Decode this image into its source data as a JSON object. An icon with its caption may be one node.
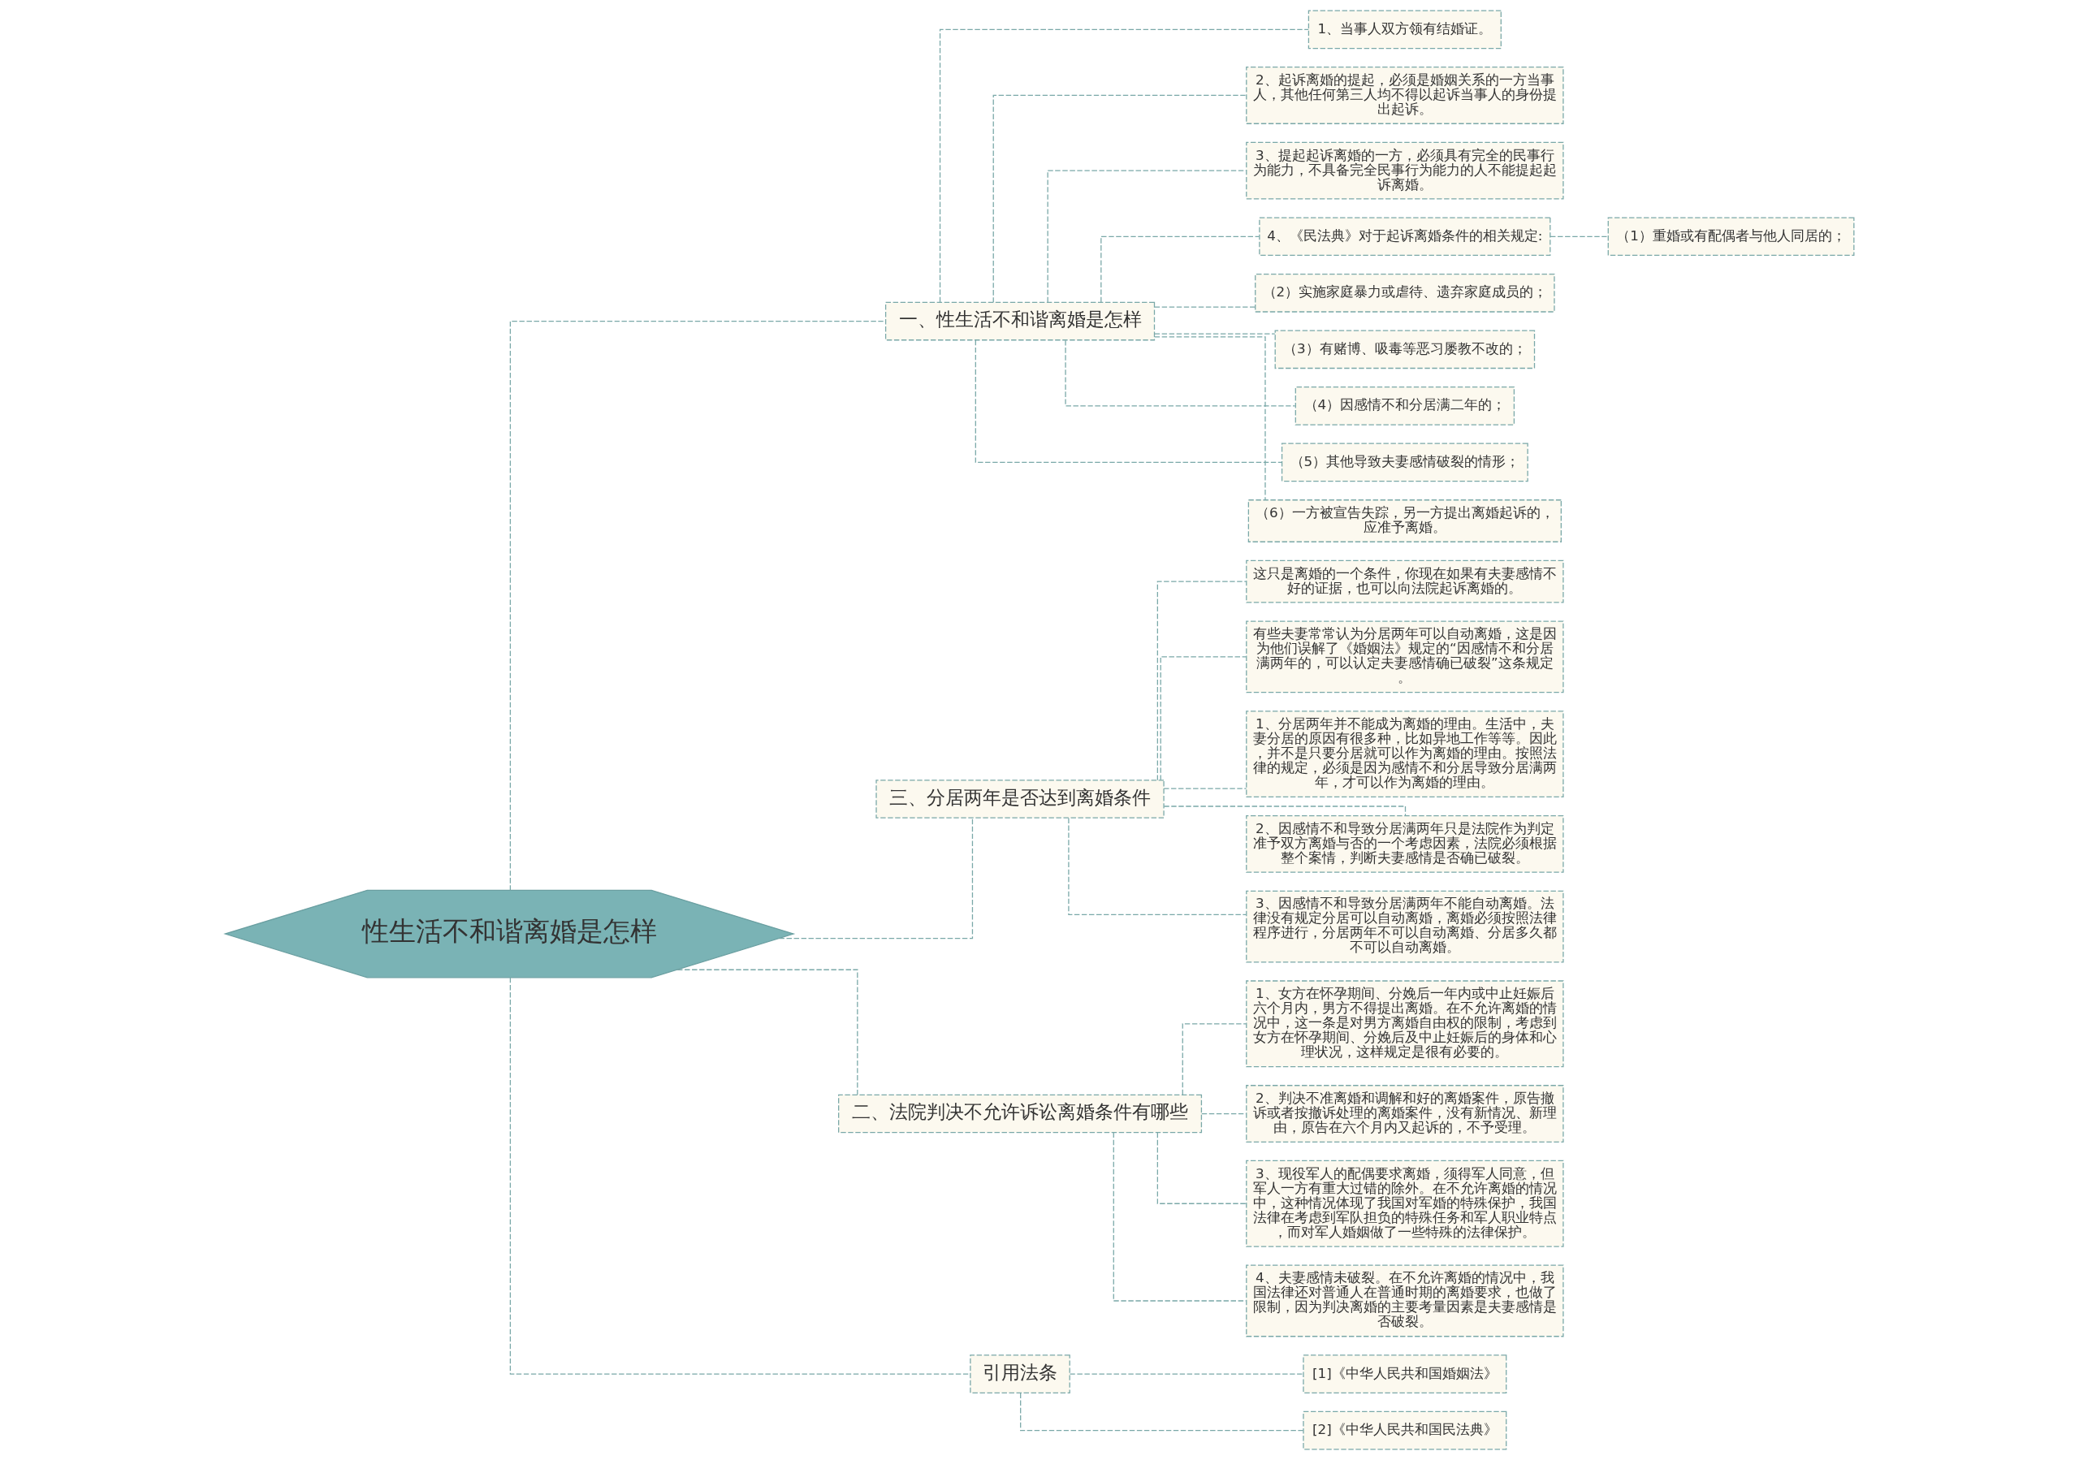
{
  "diagram": {
    "nodes": [
      {
        "text": [
          "性生活不和谐离婚是怎样"
        ]
      },
      {
        "text": [
          "一、性生活不和谐离婚是怎样"
        ]
      },
      {
        "text": [
          "1、当事人双方领有结婚证。"
        ]
      },
      {
        "text": [
          "2、起诉离婚的提起，必须是婚姻关系的一方当事人，其他任何第三人均不得以起诉当事人的身份提出起诉。"
        ]
      },
      {
        "text": [
          "3、提起起诉离婚的一方，必须具有完全的民事行为能力，不具备完全民事行为能力的人不能提起起诉离婚。"
        ]
      },
      {
        "text": [
          "4、《民法典》对于起诉离婚条件的相关规定:"
        ]
      },
      {
        "text": [
          "（1）重婚或有配偶者与他人同居的；"
        ]
      },
      {
        "text": [
          "（2）实施家庭暴力或虐待、遗弃家庭成员的；"
        ]
      },
      {
        "text": [
          "（3）有赌博、吸毒等恶习屡教不改的；"
        ]
      },
      {
        "text": [
          "（4）因感情不和分居满二年的；"
        ]
      },
      {
        "text": [
          "（5）其他导致夫妻感情破裂的情形；"
        ]
      },
      {
        "text": [
          "（6）一方被宣告失踪，另一方提出离婚起诉的，应准予离婚。"
        ]
      },
      {
        "text": [
          "三、分居两年是否达到离婚条件"
        ]
      },
      {
        "text": [
          "这只是离婚的一个条件，你现在如果有夫妻感情不好的证据，也可以向法院起诉离婚的。"
        ]
      },
      {
        "text": [
          "有些夫妻常常认为分居两年可以自动离婚，这是因为他们误解了《婚姻法》规定的“因感情不和分居满两年的，可以认定夫妻感情确已破裂”这条规定。"
        ]
      },
      {
        "text": [
          "1、分居两年并不能成为离婚的理由。生活中，夫妻分居的原因有很多种，比如异地工作等等。因此，并不是只要分居就可以作为离婚的理由。按照法律的规定，必须是因为感情不和分居导致分居满两年，才可以作为离婚的理由。"
        ]
      },
      {
        "text": [
          "2、因感情不和导致分居满两年只是法院作为判定准予双方离婚与否的一个考虑因素，法院必须根据整个案情，判断夫妻感情是否确已破裂。"
        ]
      },
      {
        "text": [
          "3、因感情不和导致分居满两年不能自动离婚。法律没有规定分居可以自动离婚，离婚必须按照法律程序进行，分居两年不可以自动离婚、分居多久都不可以自动离婚。"
        ]
      },
      {
        "text": [
          "二、法院判决不允许诉讼离婚条件有哪些"
        ]
      },
      {
        "text": [
          "1、女方在怀孕期间、分娩后一年内或中止妊娠后六个月内，男方不得提出离婚。在不允许离婚的情况中，这一条是对男方离婚自由权的限制，考虑到女方在怀孕期间、分娩后及中止妊娠后的身体和心理状况，这样规定是很有必要的。"
        ]
      },
      {
        "text": [
          "2、判决不准离婚和调解和好的离婚案件，原告撤诉或者按撤诉处理的离婚案件，没有新情况、新理由，原告在六个月内又起诉的，不予受理。"
        ]
      },
      {
        "text": [
          "3、现役军人的配偶要求离婚，须得军人同意，但军人一方有重大过错的除外。在不允许离婚的情况中，这种情况体现了我国对军婚的特殊保护，我国法律在考虑到军队担负的特殊任务和军人职业特点，而对军人婚姻做了一些特殊的法律保护。"
        ]
      },
      {
        "text": [
          "4、夫妻感情未破裂。在不允许离婚的情况中，我国法律还对普通人在普通时期的离婚要求，也做了限制，因为判决离婚的主要考量因素是夫妻感情是否破裂。"
        ]
      },
      {
        "text": [
          "引用法条"
        ]
      },
      {
        "text": [
          "[1]《中华人民共和国婚姻法》"
        ]
      },
      {
        "text": [
          "[2]《中华人民共和国民法典》"
        ]
      }
    ],
    "edges": [
      {
        "from": 0,
        "to": 1,
        "arrow": "none",
        "style": "dashed"
      },
      {
        "from": 1,
        "to": 2,
        "arrow": "none",
        "style": "dashed"
      },
      {
        "from": 1,
        "to": 3,
        "arrow": "none",
        "style": "dashed"
      },
      {
        "from": 1,
        "to": 4,
        "arrow": "none",
        "style": "dashed"
      },
      {
        "from": 1,
        "to": 5,
        "arrow": "none",
        "style": "dashed"
      },
      {
        "from": 5,
        "to": 6,
        "arrow": "none",
        "style": "dashed"
      },
      {
        "from": 1,
        "to": 7,
        "arrow": "none",
        "style": "dashed"
      },
      {
        "from": 1,
        "to": 8,
        "arrow": "none",
        "style": "dashed"
      },
      {
        "from": 1,
        "to": 9,
        "arrow": "none",
        "style": "dashed"
      },
      {
        "from": 1,
        "to": 10,
        "arrow": "none",
        "style": "dashed"
      },
      {
        "from": 1,
        "to": 11,
        "arrow": "none",
        "style": "dashed"
      },
      {
        "from": 0,
        "to": 12,
        "arrow": "none",
        "style": "dashed"
      },
      {
        "from": 12,
        "to": 13,
        "arrow": "none",
        "style": "dashed"
      },
      {
        "from": 12,
        "to": 14,
        "arrow": "none",
        "style": "dashed"
      },
      {
        "from": 12,
        "to": 15,
        "arrow": "none",
        "style": "dashed"
      },
      {
        "from": 12,
        "to": 16,
        "arrow": "none",
        "style": "dashed"
      },
      {
        "from": 12,
        "to": 17,
        "arrow": "none",
        "style": "dashed"
      },
      {
        "from": 0,
        "to": 18,
        "arrow": "none",
        "style": "dashed"
      },
      {
        "from": 18,
        "to": 19,
        "arrow": "none",
        "style": "dashed"
      },
      {
        "from": 18,
        "to": 20,
        "arrow": "none",
        "style": "dashed"
      },
      {
        "from": 18,
        "to": 21,
        "arrow": "none",
        "style": "dashed"
      },
      {
        "from": 18,
        "to": 22,
        "arrow": "none",
        "style": "dashed"
      },
      {
        "from": 0,
        "to": 23,
        "arrow": "none",
        "style": "dashed"
      },
      {
        "from": 23,
        "to": 24,
        "arrow": "none",
        "style": "dashed"
      },
      {
        "from": 23,
        "to": 25,
        "arrow": "none",
        "style": "dashed"
      }
    ]
  }
}
